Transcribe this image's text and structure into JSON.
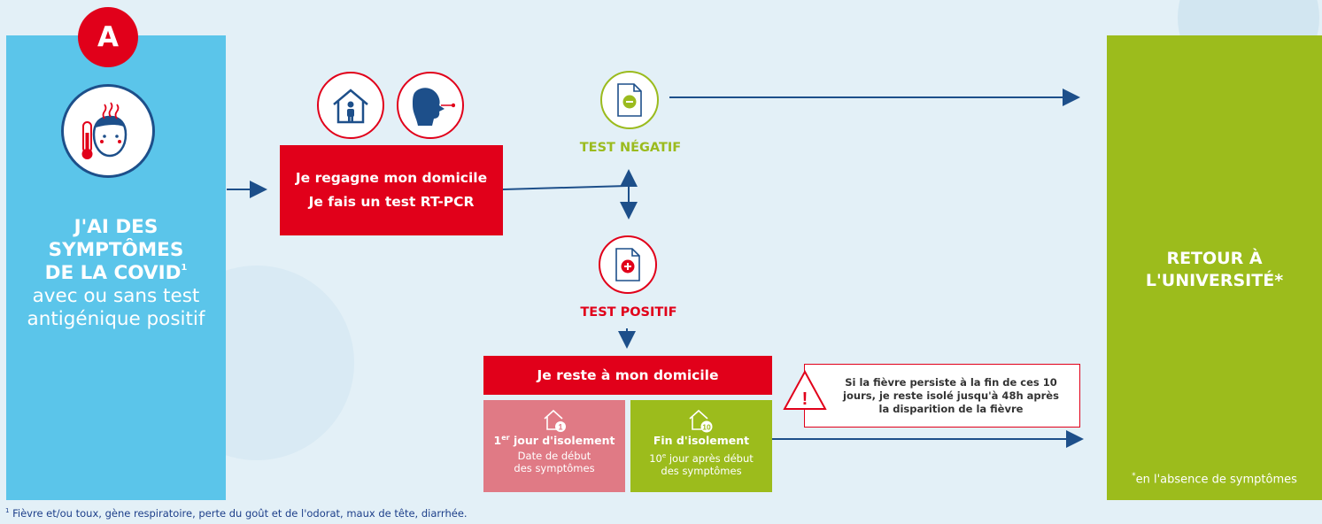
{
  "badge": "A",
  "left": {
    "title_line1": "J'AI DES SYMPTÔMES",
    "title_line2": "DE LA COVID",
    "title_sup": "1",
    "subtitle_line1": "avec ou sans test",
    "subtitle_line2": "antigénique positif"
  },
  "rtpcr": {
    "line1": "Je regagne mon domicile",
    "line2": "Je fais un test RT-PCR"
  },
  "negative": {
    "label": "TEST NÉGATIF"
  },
  "positive": {
    "label": "TEST POSITIF"
  },
  "stay_home": "Je reste à mon domicile",
  "iso_start": {
    "title_pre": "1",
    "title_sup": "er",
    "title_post": " jour d'isolement",
    "sub1": "Date de début",
    "sub2": "des symptômes",
    "day": "1"
  },
  "iso_end": {
    "title": "Fin d'isolement",
    "sub_pre": "10",
    "sub_sup": "e",
    "sub_post": " jour après début",
    "sub2": "des symptômes",
    "day": "10"
  },
  "fever_box": {
    "line1": "Si la fièvre persiste à la fin de ces 10",
    "line2": "jours, je reste isolé jusqu'à 48h après",
    "line3": "la disparition de la fièvre",
    "icon_mark": "!"
  },
  "right": {
    "title_line1": "RETOUR À",
    "title_line2": "L'UNIVERSITÉ*",
    "note_sup": "*",
    "note": "en l'absence de symptômes"
  },
  "footnote": {
    "sup": "1",
    "text": " Fièvre et/ou toux, gène respiratoire, perte du goût et de l'odorat, maux de tête, diarrhée."
  },
  "colors": {
    "blue_panel": "#5bc5ea",
    "green": "#9cbc1c",
    "red": "#e1001a",
    "pink": "#e07a85",
    "navy": "#1d4f8a",
    "background": "#e3f0f7"
  },
  "icons": [
    "thermometer-face-icon",
    "house-person-icon",
    "nasal-swab-icon",
    "document-negative-icon",
    "document-positive-icon",
    "house-day-1-icon",
    "house-day-10-icon",
    "warning-triangle-icon"
  ]
}
